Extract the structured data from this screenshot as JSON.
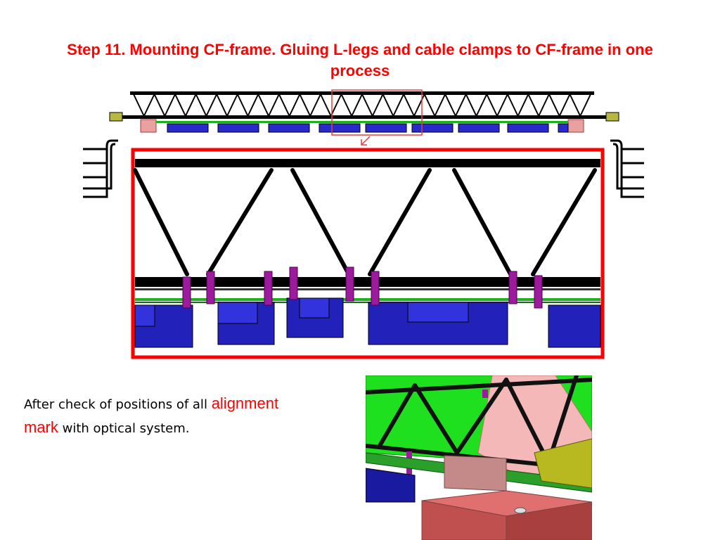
{
  "slide": {
    "title_line1": "Step 11. Mounting CF-frame. Gluing L-legs and cable clamps to CF-frame in one",
    "title_line2": "process",
    "caption": {
      "before": "After check of positions of all",
      "highlight1": "alignment",
      "highlight2": "mark",
      "after": "with optical system."
    }
  },
  "colors": {
    "accent": "#ff0000",
    "module_blue": "#2222bb",
    "l_leg_purple": "#9c1a9c",
    "board_green": "#1fd31f",
    "frame_black": "#000000",
    "support_pink": "#cc6666"
  },
  "icons": [
    "zoom-arrow-icon"
  ]
}
